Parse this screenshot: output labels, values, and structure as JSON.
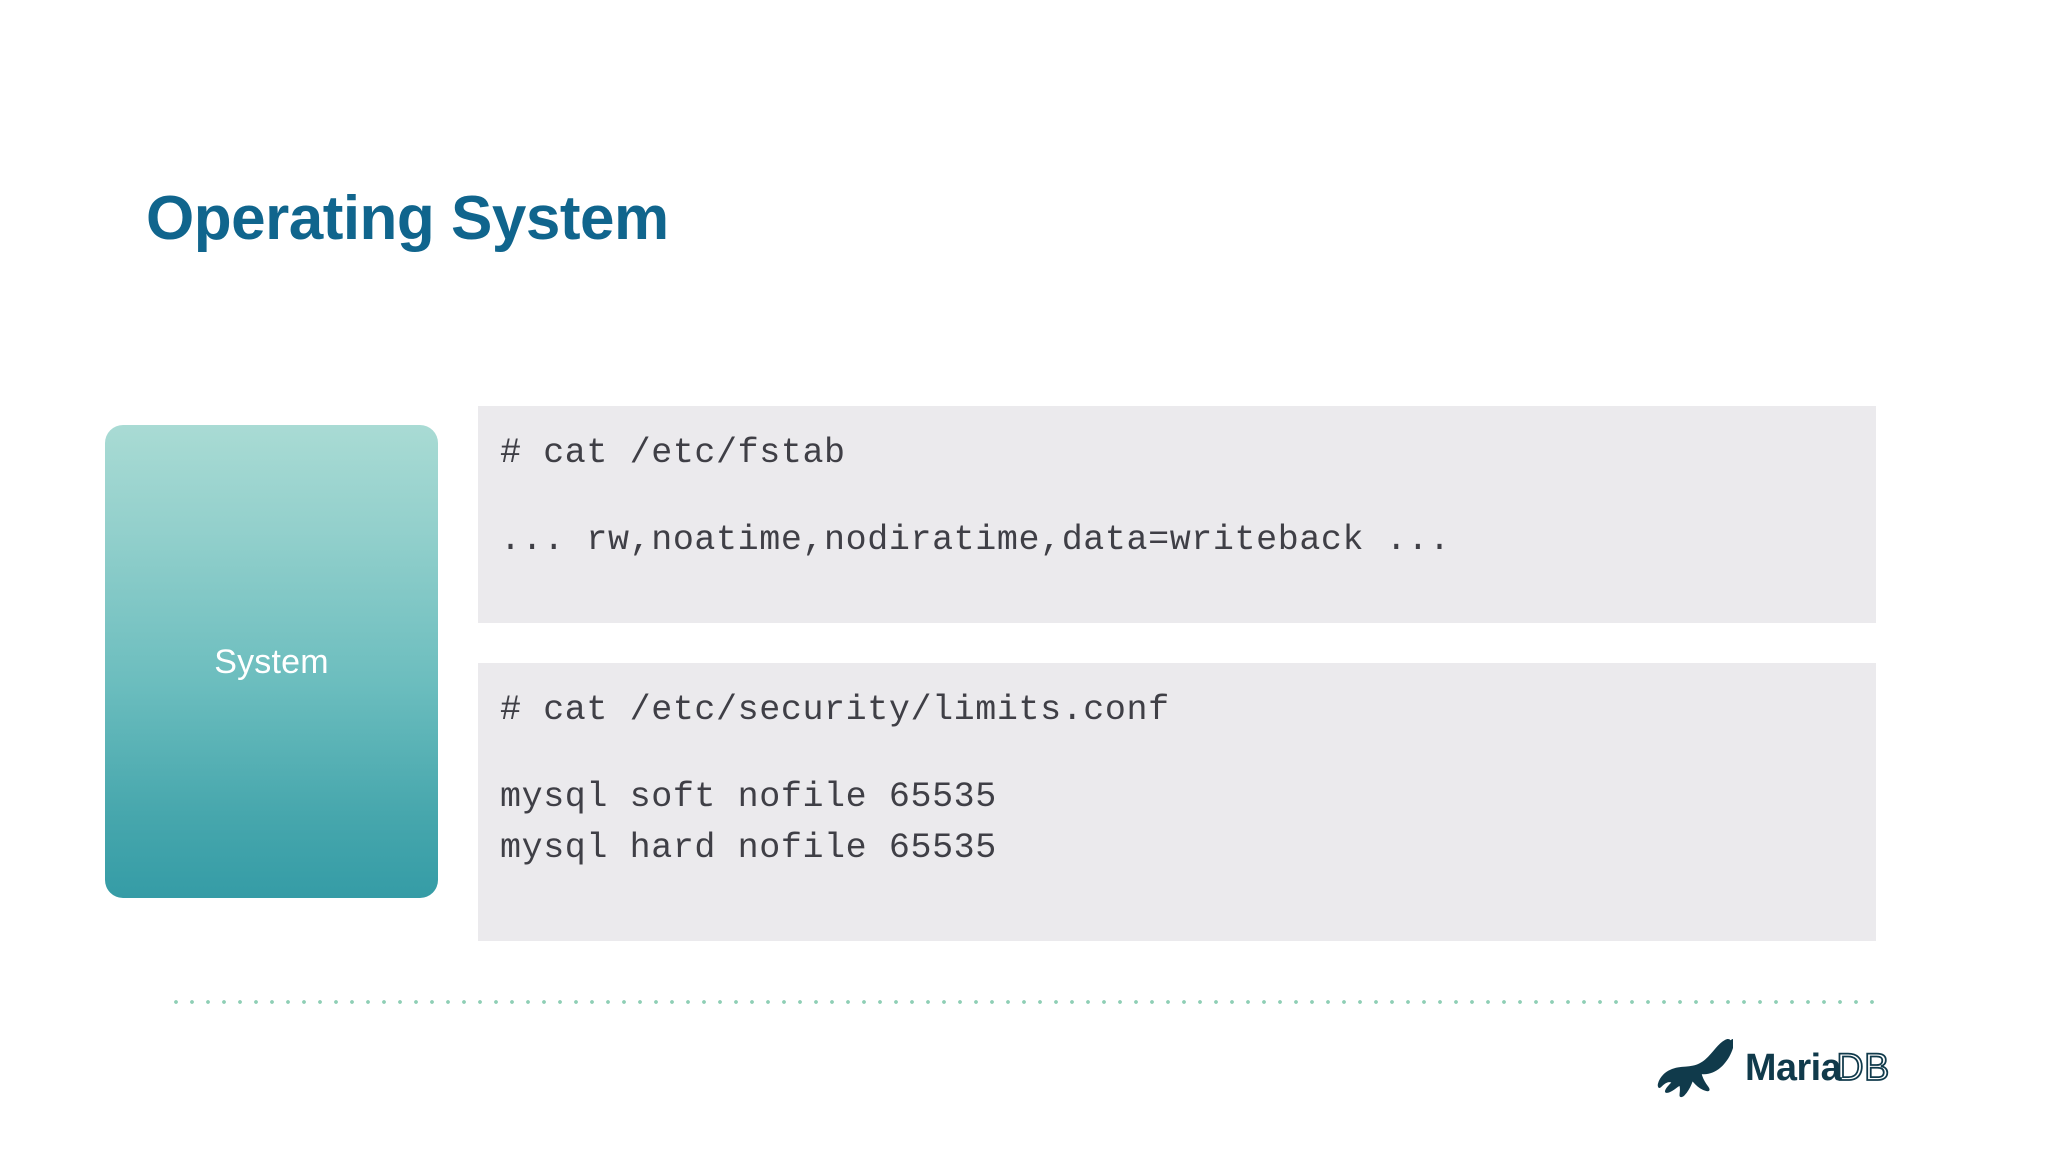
{
  "slide": {
    "title": "Operating System",
    "background_color": "#ffffff",
    "title_color": "#10658d"
  },
  "category_box": {
    "label": "System",
    "gradient_top": "#a9dbd4",
    "gradient_bottom": "#359ca6",
    "text_color": "#ffffff"
  },
  "code_blocks": [
    {
      "id": "code-block-1",
      "background_color": "#ebeaed",
      "text_color": "#3f3f46",
      "lines": [
        "# cat /etc/fstab",
        "... rw,noatime,nodiratime,data=writeback ..."
      ]
    },
    {
      "id": "code-block-2",
      "background_color": "#ebeaed",
      "text_color": "#3f3f46",
      "lines": [
        "# cat /etc/security/limits.conf",
        "mysql soft nofile 65535",
        "mysql hard nofile 65535"
      ]
    }
  ],
  "divider": {
    "style": "dotted",
    "color": "#8fcfb5"
  },
  "logo": {
    "name": "MariaDB",
    "word_bold": "Maria",
    "word_outline": "DB",
    "color": "#103a4b"
  }
}
